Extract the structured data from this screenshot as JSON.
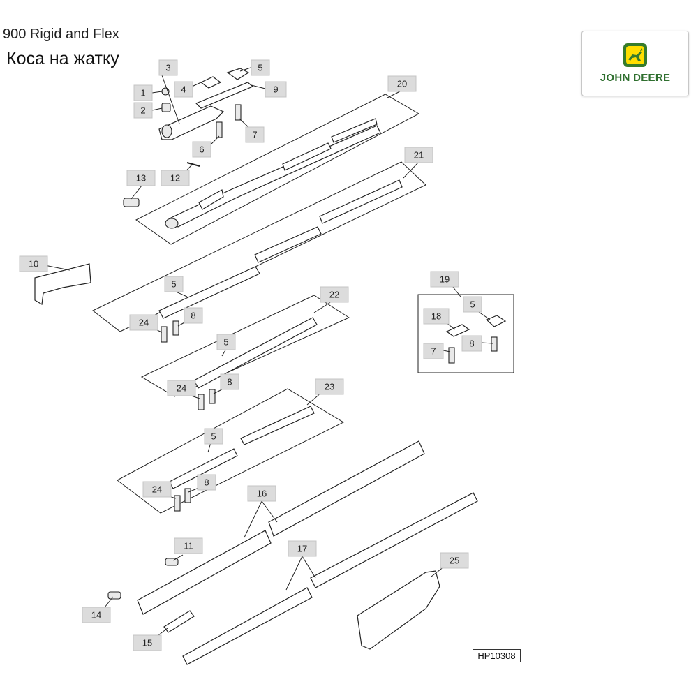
{
  "header": {
    "model_title": "900 Rigid and Flex",
    "section_title": "Коса на жатку"
  },
  "logo": {
    "brand_text": "JOHN DEERE",
    "icon": "leaping-deer-logo-icon",
    "colors": {
      "green": "#367c2b",
      "yellow": "#ffde00"
    }
  },
  "drawing_code": "HP10308",
  "callouts": [
    {
      "id": "c1",
      "label": "1"
    },
    {
      "id": "c2",
      "label": "2"
    },
    {
      "id": "c3",
      "label": "3"
    },
    {
      "id": "c4",
      "label": "4"
    },
    {
      "id": "c5a",
      "label": "5"
    },
    {
      "id": "c6",
      "label": "6"
    },
    {
      "id": "c7a",
      "label": "7"
    },
    {
      "id": "c8a",
      "label": "8"
    },
    {
      "id": "c8b",
      "label": "8"
    },
    {
      "id": "c8c",
      "label": "8"
    },
    {
      "id": "c9",
      "label": "9"
    },
    {
      "id": "c10",
      "label": "10"
    },
    {
      "id": "c11",
      "label": "11"
    },
    {
      "id": "c12",
      "label": "12"
    },
    {
      "id": "c13",
      "label": "13"
    },
    {
      "id": "c14",
      "label": "14"
    },
    {
      "id": "c15",
      "label": "15"
    },
    {
      "id": "c16",
      "label": "16"
    },
    {
      "id": "c17",
      "label": "17"
    },
    {
      "id": "c18",
      "label": "18"
    },
    {
      "id": "c19",
      "label": "19"
    },
    {
      "id": "c20",
      "label": "20"
    },
    {
      "id": "c21",
      "label": "21"
    },
    {
      "id": "c22",
      "label": "22"
    },
    {
      "id": "c23",
      "label": "23"
    },
    {
      "id": "c24a",
      "label": "24"
    },
    {
      "id": "c24b",
      "label": "24"
    },
    {
      "id": "c24c",
      "label": "24"
    },
    {
      "id": "c25",
      "label": "25"
    },
    {
      "id": "c5b",
      "label": "5"
    },
    {
      "id": "c5c",
      "label": "5"
    },
    {
      "id": "c5d",
      "label": "5"
    },
    {
      "id": "c5e",
      "label": "5"
    },
    {
      "id": "c7b",
      "label": "7"
    },
    {
      "id": "c8d",
      "label": "8"
    }
  ]
}
